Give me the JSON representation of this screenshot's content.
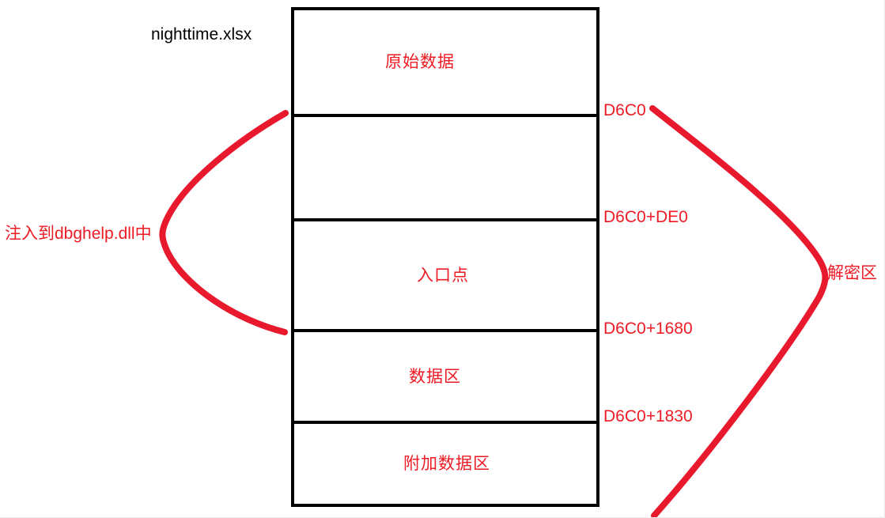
{
  "diagram": {
    "title_label": "nighttime.xlsx",
    "accent_color": "#ee1b24",
    "outline_color": "#000000",
    "background_color": "#ffffff",
    "memory_block": {
      "segments": [
        {
          "id": "original",
          "label": "原始数据"
        },
        {
          "id": "gap",
          "label": ""
        },
        {
          "id": "entry",
          "label": "入口点"
        },
        {
          "id": "data",
          "label": "数据区"
        },
        {
          "id": "extra",
          "label": "附加数据区"
        }
      ]
    },
    "address_labels": [
      {
        "id": "base",
        "text": "D6C0"
      },
      {
        "id": "base-plus-de0",
        "text": "D6C0+DE0"
      },
      {
        "id": "base-plus-1680",
        "text": "D6C0+1680"
      },
      {
        "id": "base-plus-1830",
        "text": "D6C0+1830"
      }
    ],
    "annotations": [
      {
        "id": "inject",
        "text": "注入到dbghelp.dll中",
        "side": "left"
      },
      {
        "id": "decrypt",
        "text": "解密区",
        "side": "right"
      }
    ]
  }
}
